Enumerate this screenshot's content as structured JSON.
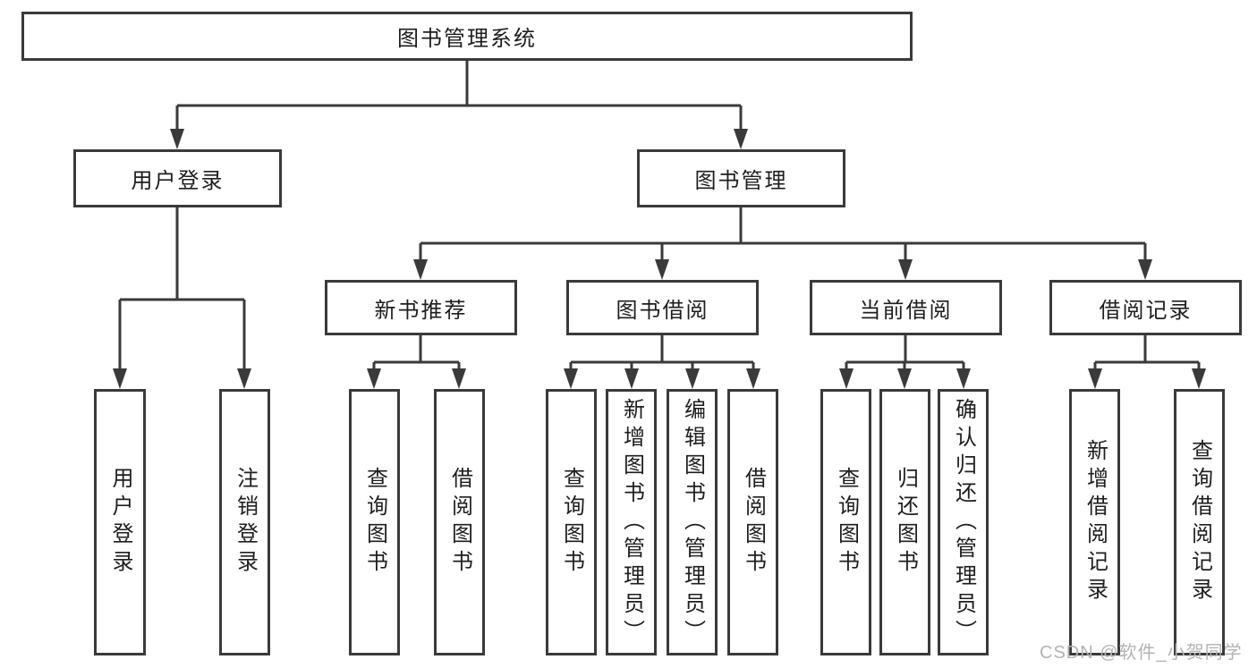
{
  "diagram": {
    "title": "图书管理系统"
  },
  "nodes": [
    {
      "id": "root",
      "label": "图书管理系统"
    },
    {
      "id": "user-login",
      "label": "用户登录"
    },
    {
      "id": "book-mgmt",
      "label": "图书管理"
    },
    {
      "id": "new-book-rec",
      "label": "新书推荐"
    },
    {
      "id": "book-borrow",
      "label": "图书借阅"
    },
    {
      "id": "current-borrow",
      "label": "当前借阅"
    },
    {
      "id": "borrow-records",
      "label": "借阅记录"
    },
    {
      "id": "leaf-user-login",
      "label": "用户登录"
    },
    {
      "id": "leaf-logout",
      "label": "注销登录"
    },
    {
      "id": "leaf-query-rec",
      "label": "查询图书"
    },
    {
      "id": "leaf-borrow-rec",
      "label": "借阅图书"
    },
    {
      "id": "leaf-query-borrow",
      "label": "查询图书"
    },
    {
      "id": "leaf-add-book",
      "label": "新增图书（管理员）"
    },
    {
      "id": "leaf-edit-book",
      "label": "编辑图书（管理员）"
    },
    {
      "id": "leaf-borrow-book",
      "label": "借阅图书"
    },
    {
      "id": "leaf-query-current",
      "label": "查询图书"
    },
    {
      "id": "leaf-return-book",
      "label": "归还图书"
    },
    {
      "id": "leaf-confirm-return",
      "label": "确认归还（管理员）"
    },
    {
      "id": "leaf-add-record",
      "label": "新增借阅记录"
    },
    {
      "id": "leaf-query-record",
      "label": "查询借阅记录"
    }
  ],
  "watermark": {
    "text": "CSDN @软件_小贺同学"
  },
  "colors": {
    "line": "#3a3a3a",
    "box_border": "#3a3a3a",
    "text": "#1e1e1e",
    "watermark": "#b3b3b3",
    "background": "#ffffff"
  }
}
